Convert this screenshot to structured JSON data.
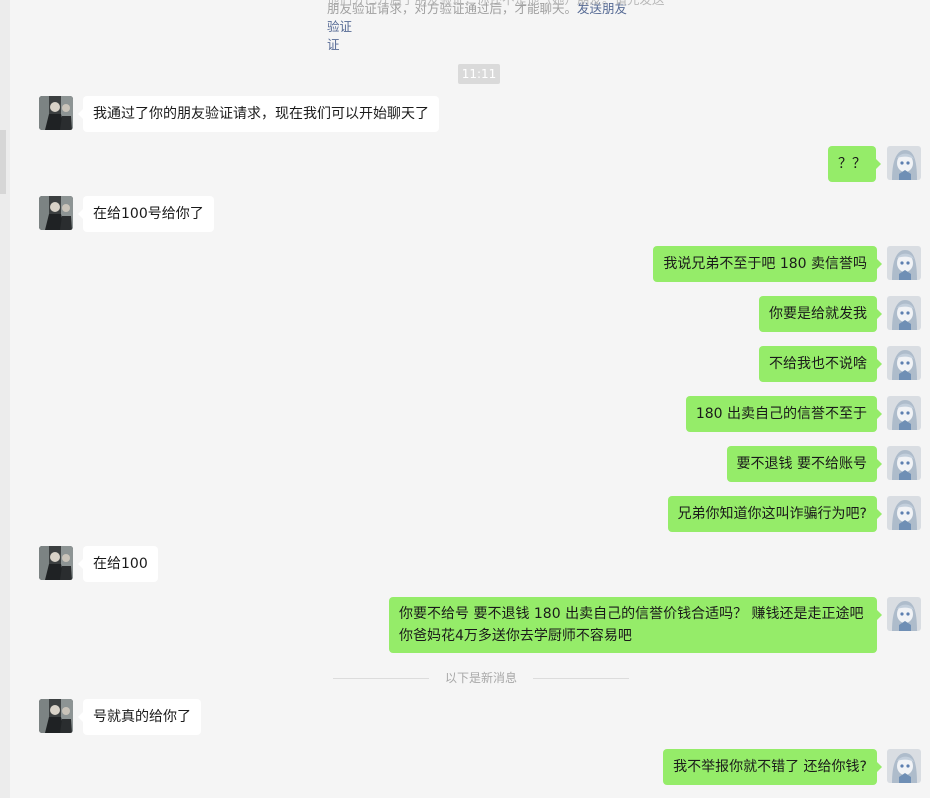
{
  "system_notice": {
    "clipped_line": "他们分已开启了朋友验证，你还不是他（她）朋友。请先发送",
    "text": "朋友验证请求，对方验证通过后，才能聊天。",
    "link": "发送朋友验证",
    "link_tail": "证"
  },
  "timestamp": "11:11",
  "new_messages_divider": "以下是新消息",
  "messages": [
    {
      "from": "contact",
      "text": "我通过了你的朋友验证请求，现在我们可以开始聊天了"
    },
    {
      "from": "me",
      "text": "？？"
    },
    {
      "from": "contact",
      "text": "在给100号给你了"
    },
    {
      "from": "me",
      "text": "我说兄弟不至于吧 180 卖信誉吗"
    },
    {
      "from": "me",
      "text": "你要是给就发我"
    },
    {
      "from": "me",
      "text": "不给我也不说啥"
    },
    {
      "from": "me",
      "text": "180 出卖自己的信誉不至于"
    },
    {
      "from": "me",
      "text": "要不退钱 要不给账号"
    },
    {
      "from": "me",
      "text": "兄弟你知道你这叫诈骗行为吧?"
    },
    {
      "from": "contact",
      "text": "在给100"
    },
    {
      "from": "me",
      "lines": [
        "你要不给号 要不退钱 180 出卖自己的信誉价钱合适吗？ 赚钱还是走正途吧",
        "你爸妈花4万多送你去学厨师不容易吧"
      ]
    },
    {
      "from": "contact",
      "text": "号就真的给你了"
    },
    {
      "from": "me",
      "text": "我不举报你就不错了 还给你钱?"
    }
  ],
  "colors": {
    "outgoing_bubble": "#95ec69",
    "incoming_bubble": "#ffffff",
    "background": "#f5f5f5",
    "link": "#576b95"
  },
  "icons": {
    "contact_avatar": "photo-avatar",
    "my_avatar": "anime-girl-avatar"
  }
}
